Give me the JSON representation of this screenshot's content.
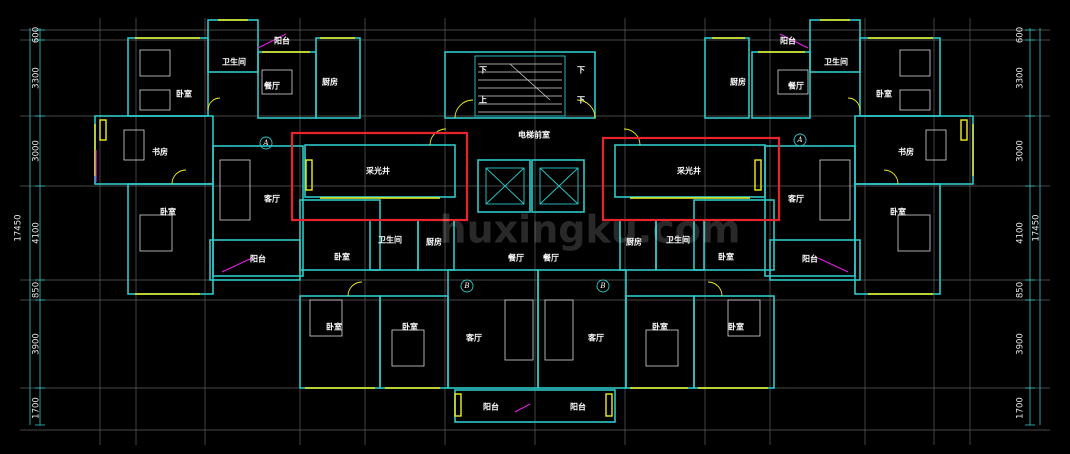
{
  "rooms": {
    "balcony_top_l": "阳台",
    "balcony_top_r": "阳台",
    "wc_tl": "卫生间",
    "wc_tr": "卫生间",
    "kitchen_tl": "厨房",
    "kitchen_tr": "厨房",
    "dining_tl": "餐厅",
    "dining_tr": "餐厅",
    "bed_tl": "卧室",
    "bed_tr": "卧室",
    "study_l": "书房",
    "study_r": "书房",
    "living_l": "客厅",
    "living_r": "客厅",
    "bed_ml": "卧室",
    "bed_mr": "卧室",
    "balcony_ml": "阳台",
    "balcony_mr": "阳台",
    "shaft_l": "采光井",
    "shaft_r": "采光井",
    "lobby": "电梯前室",
    "stair_down_l": "下",
    "stair_down_r": "下",
    "stair_up_l": "上",
    "stair_down_b": "下",
    "bed_c1": "卧室",
    "bed_c2": "卧室",
    "wc_cl": "卫生间",
    "wc_cr": "卫生间",
    "kitchen_cl": "厨房",
    "kitchen_cr": "厨房",
    "dining_cl": "餐厅",
    "dining_cr": "餐厅",
    "bed_b1": "卧室",
    "bed_b2": "卧室",
    "bed_b3": "卧室",
    "bed_b4": "卧室",
    "living_bl": "客厅",
    "living_br": "客厅",
    "balcony_bl": "阳台",
    "balcony_br": "阳台"
  },
  "axes": {
    "a_left": "A",
    "a_right": "A",
    "b_left": "B",
    "b_right": "B"
  },
  "dims": {
    "left": [
      "600",
      "3300",
      "3000",
      "4100",
      "850",
      "3900",
      "1700"
    ],
    "right": [
      "600",
      "3300",
      "3000",
      "4100",
      "850",
      "3900",
      "1700"
    ],
    "total_left": "17450",
    "total_right": "17450"
  },
  "watermark": "huxingku.com",
  "colors": {
    "wall": "#2ec8c8",
    "window": "#f0f020",
    "highlight": "#e8242c",
    "opening": "#e020e0",
    "background": "#000000"
  }
}
